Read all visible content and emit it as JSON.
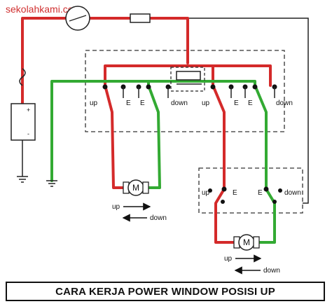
{
  "watermark": "sekolahkami.com",
  "caption": "CARA KERJA POWER WINDOW POSISI UP",
  "colors": {
    "red_wire": "#d42a2a",
    "green_wire": "#33aa33",
    "black_wire": "#222222",
    "box_border": "#333333"
  },
  "main_switch": {
    "left_labels": {
      "up": "up",
      "e1": "E",
      "e2": "E",
      "down": "down"
    },
    "right_labels": {
      "up": "up",
      "e1": "E",
      "e2": "E",
      "down": "down"
    }
  },
  "door_switch": {
    "labels": {
      "up": "up",
      "e1": "E",
      "e2": "E",
      "down": "down"
    }
  },
  "motor1": {
    "symbol": "M",
    "up_label": "up",
    "down_label": "down"
  },
  "motor2": {
    "symbol": "M",
    "up_label": "up",
    "down_label": "down"
  },
  "battery": {
    "plus": "+",
    "minus": "-"
  }
}
